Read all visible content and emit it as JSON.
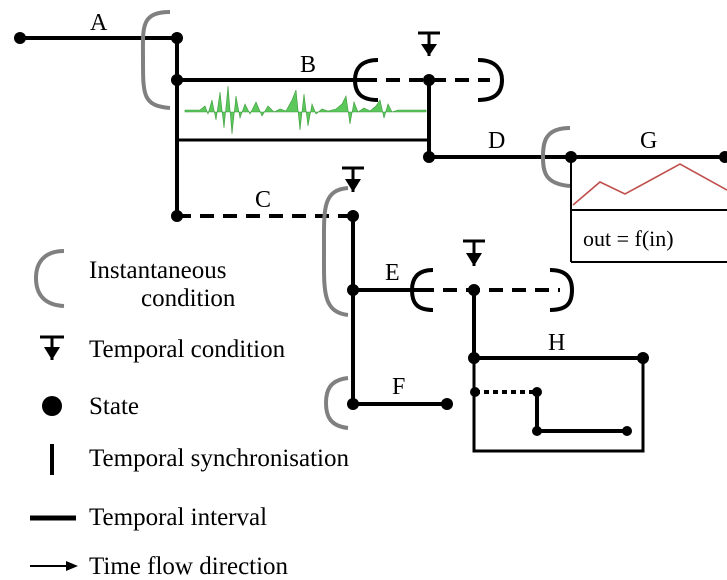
{
  "diagram": {
    "labels": {
      "a": "A",
      "b": "B",
      "c": "C",
      "d": "D",
      "e": "E",
      "f": "F",
      "g": "G",
      "h": "H"
    },
    "formula": "out = f(in)"
  },
  "legend": {
    "instantaneous_line1": "Instantaneous",
    "instantaneous_line2": "condition",
    "temporal_condition": "Temporal condition",
    "state": "State",
    "temporal_sync": "Temporal synchronisation",
    "temporal_interval": "Temporal interval",
    "time_flow": "Time flow direction"
  },
  "colors": {
    "line": "#000000",
    "condition": "#808080",
    "waveform": "#5cc85c",
    "graph": "#c0504d"
  }
}
